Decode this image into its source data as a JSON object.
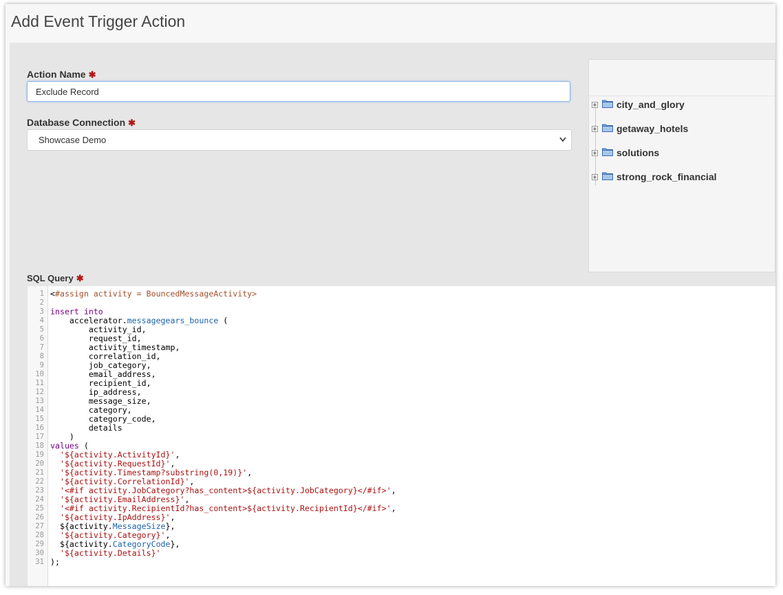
{
  "page": {
    "title": "Add Event Trigger Action"
  },
  "form": {
    "action_name_label": "Action Name",
    "action_name_value": "Exclude Record",
    "required_marker": "✱",
    "db_connection_label": "Database Connection",
    "db_connection_value": "Showcase Demo",
    "sql_query_label": "SQL Query"
  },
  "tree": {
    "items": [
      {
        "label": "city_and_glory"
      },
      {
        "label": "getaway_hotels"
      },
      {
        "label": "solutions"
      },
      {
        "label": "strong_rock_financial"
      }
    ]
  },
  "sql": {
    "lines": [
      [
        {
          "t": "<",
          "c": ""
        },
        {
          "t": "#assign activity = BouncedMessageActivity>",
          "c": "tag"
        }
      ],
      [],
      [
        {
          "t": "insert into",
          "c": "kw"
        }
      ],
      [
        {
          "t": "    accelerator.",
          "c": ""
        },
        {
          "t": "messagegears_bounce",
          "c": "prop"
        },
        {
          "t": " (",
          "c": ""
        }
      ],
      [
        {
          "t": "        activity_id,",
          "c": ""
        }
      ],
      [
        {
          "t": "        request_id,",
          "c": ""
        }
      ],
      [
        {
          "t": "        activity_timestamp,",
          "c": ""
        }
      ],
      [
        {
          "t": "        correlation_id,",
          "c": ""
        }
      ],
      [
        {
          "t": "        job_category,",
          "c": ""
        }
      ],
      [
        {
          "t": "        email_address,",
          "c": ""
        }
      ],
      [
        {
          "t": "        recipient_id,",
          "c": ""
        }
      ],
      [
        {
          "t": "        ip_address,",
          "c": ""
        }
      ],
      [
        {
          "t": "        message_size,",
          "c": ""
        }
      ],
      [
        {
          "t": "        category,",
          "c": ""
        }
      ],
      [
        {
          "t": "        category_code,",
          "c": ""
        }
      ],
      [
        {
          "t": "        details",
          "c": ""
        }
      ],
      [
        {
          "t": "    )",
          "c": ""
        }
      ],
      [
        {
          "t": "values",
          "c": "kw"
        },
        {
          "t": " (",
          "c": ""
        }
      ],
      [
        {
          "t": "  '${activity.ActivityId}'",
          "c": "str"
        },
        {
          "t": ",",
          "c": ""
        }
      ],
      [
        {
          "t": "  '${activity.RequestId}'",
          "c": "str"
        },
        {
          "t": ",",
          "c": ""
        }
      ],
      [
        {
          "t": "  '${activity.Timestamp?substring(0,19)}'",
          "c": "str"
        },
        {
          "t": ",",
          "c": ""
        }
      ],
      [
        {
          "t": "  '${activity.CorrelationId}'",
          "c": "str"
        },
        {
          "t": ",",
          "c": ""
        }
      ],
      [
        {
          "t": "  '<#if activity.JobCategory?has_content>${activity.JobCategory}</#if>'",
          "c": "str"
        },
        {
          "t": ",",
          "c": ""
        }
      ],
      [
        {
          "t": "  '${activity.EmailAddress}'",
          "c": "str"
        },
        {
          "t": ",",
          "c": ""
        }
      ],
      [
        {
          "t": "  '<#if activity.RecipientId?has_content>${activity.RecipientId}</#if>'",
          "c": "str"
        },
        {
          "t": ",",
          "c": ""
        }
      ],
      [
        {
          "t": "  '${activity.IpAddress}'",
          "c": "str"
        },
        {
          "t": ",",
          "c": ""
        }
      ],
      [
        {
          "t": "  ${activity.",
          "c": ""
        },
        {
          "t": "MessageSize",
          "c": "prop"
        },
        {
          "t": "},",
          "c": ""
        }
      ],
      [
        {
          "t": "  '${activity.Category}'",
          "c": "str"
        },
        {
          "t": ",",
          "c": ""
        }
      ],
      [
        {
          "t": "  ${activity.",
          "c": ""
        },
        {
          "t": "CategoryCode",
          "c": "prop"
        },
        {
          "t": "},",
          "c": ""
        }
      ],
      [
        {
          "t": "  '${activity.Details}'",
          "c": "str"
        }
      ],
      [
        {
          "t": ");",
          "c": ""
        }
      ]
    ]
  }
}
